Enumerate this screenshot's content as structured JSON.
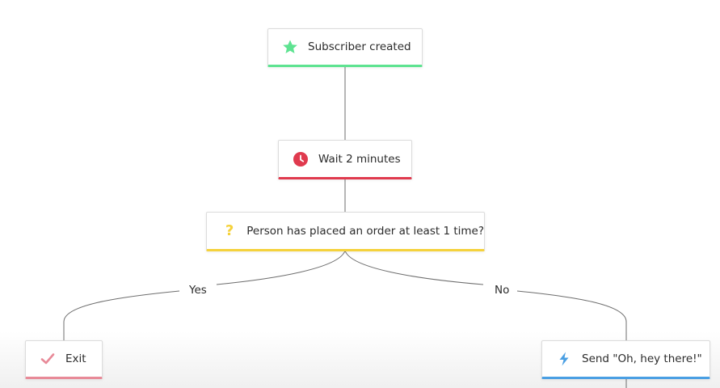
{
  "flow": {
    "trigger": {
      "label": "Subscriber created",
      "icon": "star-icon",
      "color": "#5ee391"
    },
    "delay": {
      "label": "Wait 2 minutes",
      "icon": "clock-icon",
      "color": "#e03a4e"
    },
    "condition": {
      "label": "Person has placed an order at least 1 time?",
      "icon": "question-icon",
      "color": "#f5d23c"
    },
    "branches": {
      "yes": {
        "label": "Yes"
      },
      "no": {
        "label": "No"
      }
    },
    "exit": {
      "label": "Exit",
      "icon": "check-icon",
      "color": "#e88a98"
    },
    "action": {
      "label": "Send \"Oh, hey there!\"",
      "icon": "lightning-icon",
      "color": "#4a9fe3"
    }
  }
}
